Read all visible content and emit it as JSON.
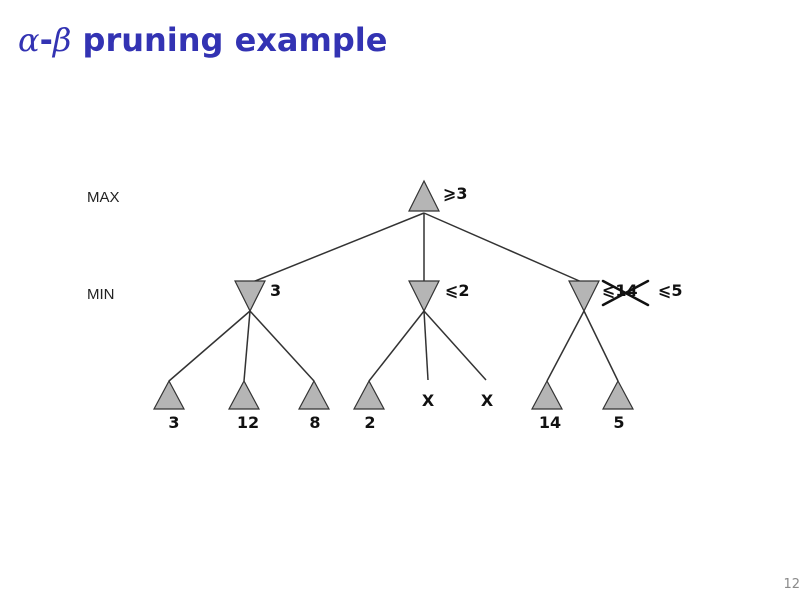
{
  "slide": {
    "title_greek_alpha": "α",
    "title_dash": "-",
    "title_greek_beta": "β",
    "title_text": "pruning example",
    "page_number": "12"
  },
  "levels": {
    "max_label": "MAX",
    "min_label": "MIN"
  },
  "tree": {
    "root_value": "⩾3",
    "min_nodes": [
      {
        "value": "3"
      },
      {
        "value": "⩽2"
      },
      {
        "struck_value": "⩽14",
        "value": "⩽5"
      }
    ],
    "leaves": [
      "3",
      "12",
      "8",
      "2",
      "14",
      "5"
    ],
    "pruned_marks": [
      "X",
      "X"
    ]
  },
  "colors": {
    "title": "#3333b3",
    "node_fill": "#b5b5b5",
    "page_number": "#8a8a8a"
  }
}
